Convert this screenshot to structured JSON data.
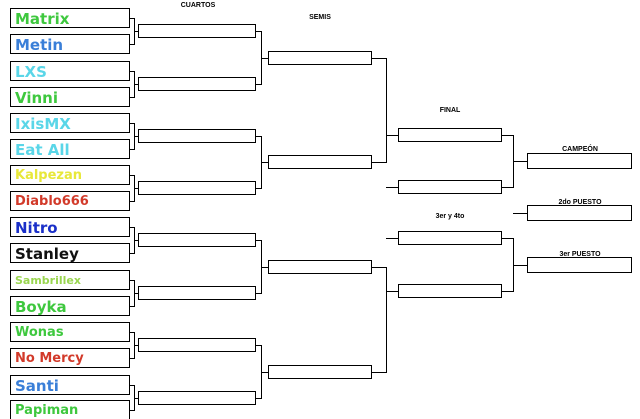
{
  "headers": {
    "cuartos": "CUARTOS",
    "semis": "SEMIS",
    "final": "FINAL",
    "tercero_cuarto": "3er y 4to",
    "campeon": "CAMPEÓN",
    "segundo": "2do PUESTO",
    "tercero": "3er PUESTO"
  },
  "players": [
    {
      "name": "Matrix",
      "color": "#3ec83e"
    },
    {
      "name": "Metin",
      "color": "#3a7fd8"
    },
    {
      "name": "LXS",
      "color": "#5ad6e8"
    },
    {
      "name": "Vinni",
      "color": "#3ec83e"
    },
    {
      "name": "IxisMX",
      "color": "#5ad6e8"
    },
    {
      "name": "Eat All",
      "color": "#5ad6e8"
    },
    {
      "name": "Kalpezan",
      "color": "#e8e83a"
    },
    {
      "name": "Diablo666",
      "color": "#d23a2a"
    },
    {
      "name": "Nitro",
      "color": "#1a2fc8"
    },
    {
      "name": "Stanley",
      "color": "#111111"
    },
    {
      "name": "Sambrillex",
      "color": "#9ad650"
    },
    {
      "name": "Boyka",
      "color": "#3ec83e"
    },
    {
      "name": "Wonas",
      "color": "#3ec83e"
    },
    {
      "name": "No Mercy",
      "color": "#d23a2a"
    },
    {
      "name": "Santi",
      "color": "#3a7fd8"
    },
    {
      "name": "Papiman",
      "color": "#3ec83e"
    }
  ]
}
